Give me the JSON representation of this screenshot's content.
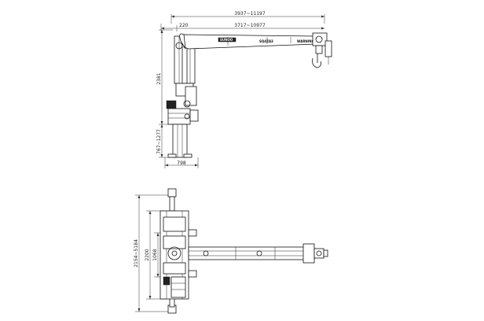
{
  "side_view": {
    "dims": {
      "total_reach": "3937~11197",
      "left_offset": "220",
      "boom_reach": "3717~10977",
      "column_height": "2381",
      "lower_height": "767~1277",
      "base_width": "798"
    },
    "boom_labels": {
      "brand": "SUNOO",
      "model": "SQ4ZA3",
      "warning": "WARNING"
    }
  },
  "top_view": {
    "dims": {
      "outrigger_span": "2154~5184",
      "inner_span": "2200",
      "frame_width": "1068"
    }
  }
}
